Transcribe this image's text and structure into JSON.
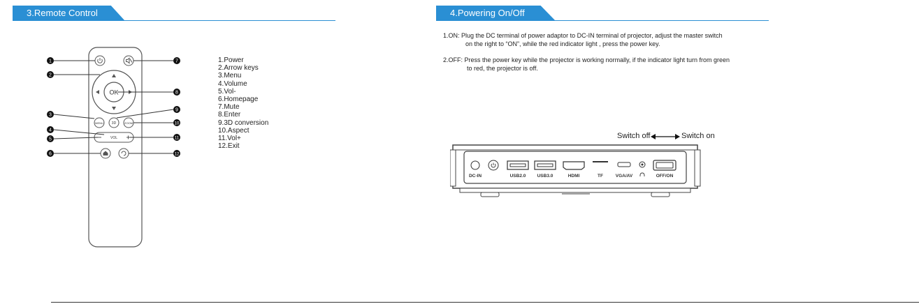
{
  "sections": {
    "remote": {
      "title": "3.Remote Control",
      "color": "#2a8fd4"
    },
    "power": {
      "title": "4.Powering On/Off",
      "color": "#2a8fd4"
    }
  },
  "remote": {
    "ok_label": "OK",
    "menu_label": "MENU",
    "threed_label": "3D",
    "zoom_label": "ZOOM",
    "vol_label": "VOL",
    "callouts": [
      "1",
      "2",
      "3",
      "4",
      "5",
      "6",
      "7",
      "8",
      "9",
      "10",
      "11",
      "12"
    ],
    "legend": [
      "1.Power",
      "2.Arrow keys",
      "3.Menu",
      "4.Volume",
      "5.Vol-",
      "6.Homepage",
      "7.Mute",
      "8.Enter",
      "9.3D conversion",
      "10.Aspect",
      "11.Vol+",
      "12.Exit"
    ]
  },
  "power": {
    "on_line1": "1.ON: Plug the DC terminal of power adaptor to DC-IN terminal of projector, adjust the master switch",
    "on_line2": "on the right to “ON”, while the red indicator light , press the power key.",
    "off_line1": "2.OFF: Press the power key while the projector is working normally, if the indicator light turn from green",
    "off_line2": "to red, the projector is off.",
    "switch_off": "Switch off",
    "switch_on": "Switch on",
    "ports": {
      "dcin": "DC-IN",
      "usb2": "USB2.0",
      "usb3": "USB3.0",
      "hdmi": "HDMI",
      "tf": "TF",
      "vga": "VGA/AV",
      "offon": "OFF/ON"
    }
  }
}
